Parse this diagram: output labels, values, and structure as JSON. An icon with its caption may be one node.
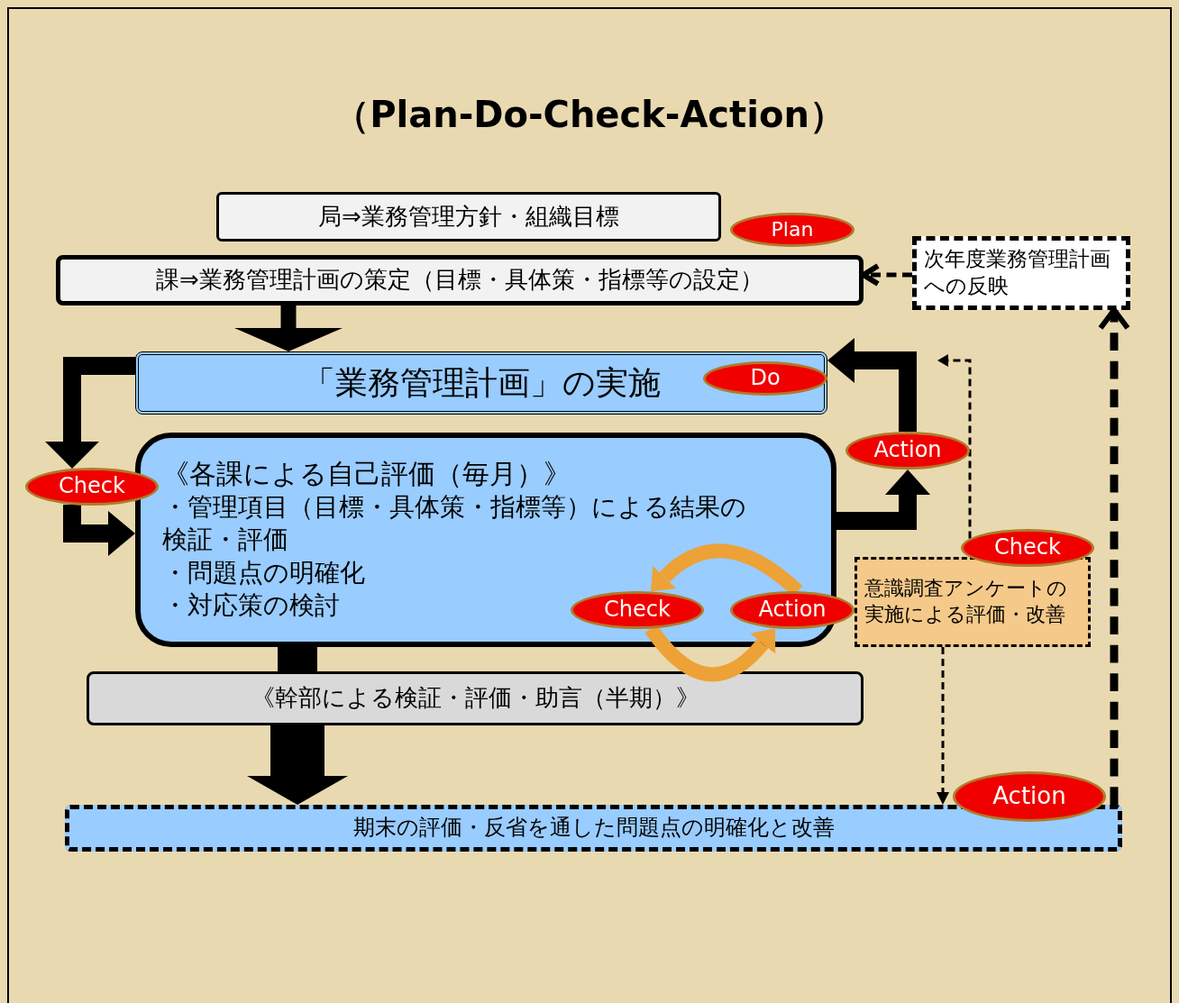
{
  "diagram": {
    "title": "（Plan-Do-Check-Action）",
    "nodes": [
      {
        "text": [
          "局⇒業務管理方針・組織目標"
        ]
      },
      {
        "text": [
          "Plan"
        ]
      },
      {
        "text": [
          "課⇒業務管理計画の策定（目標・具体策・指標等の設定）"
        ]
      },
      {
        "text": [
          "次年度業務管理計画への反映"
        ]
      },
      {
        "text": [
          "「業務管理計画」の実施"
        ]
      },
      {
        "text": [
          "Do"
        ],
        "in": 4
      },
      {
        "text": [
          "《各課による自己評価（毎月）》",
          "・管理項目（目標・具体策・指標等）による結果の検証・評価",
          "・問題点の明確化",
          "・対応策の検討"
        ]
      },
      {
        "text": [
          "Check"
        ]
      },
      {
        "text": [
          "Action"
        ]
      },
      {
        "text": [
          "Check"
        ],
        "in": 6
      },
      {
        "text": [
          "Action"
        ]
      },
      {
        "text": [
          "意識調査アンケートの実施による評価・改善"
        ]
      },
      {
        "text": [
          "Check"
        ]
      },
      {
        "text": [
          "《幹部による検証・評価・助言（半期）》"
        ]
      },
      {
        "text": [
          "期末の評価・反省を通した問題点の明確化と改善"
        ]
      },
      {
        "text": [
          "Action"
        ]
      }
    ],
    "edges": [
      {
        "from": 3,
        "to": 2,
        "arrow": "to",
        "style": "dashed"
      },
      {
        "from": 2,
        "to": 4,
        "arrow": "to"
      },
      {
        "from": 4,
        "to": 7,
        "arrow": "to"
      },
      {
        "from": 7,
        "to": 6,
        "arrow": "to"
      },
      {
        "from": 6,
        "to": 8,
        "arrow": "to"
      },
      {
        "from": 8,
        "to": 4,
        "arrow": "to"
      },
      {
        "from": 9,
        "to": 10,
        "arrow": "to",
        "color": "#eda237"
      },
      {
        "from": 10,
        "to": 9,
        "arrow": "to",
        "color": "#eda237"
      },
      {
        "from": 12,
        "to": null,
        "arrow": "to",
        "style": "dashed"
      },
      {
        "from": 11,
        "to": 14,
        "arrow": "to",
        "style": "dashed"
      },
      {
        "from": 14,
        "to": 3,
        "arrow": "to",
        "style": "dashed"
      },
      {
        "from": 6,
        "to": 13,
        "arrow": "none",
        "style": "thick"
      },
      {
        "from": 13,
        "to": 14,
        "arrow": "to",
        "style": "thick"
      }
    ]
  }
}
